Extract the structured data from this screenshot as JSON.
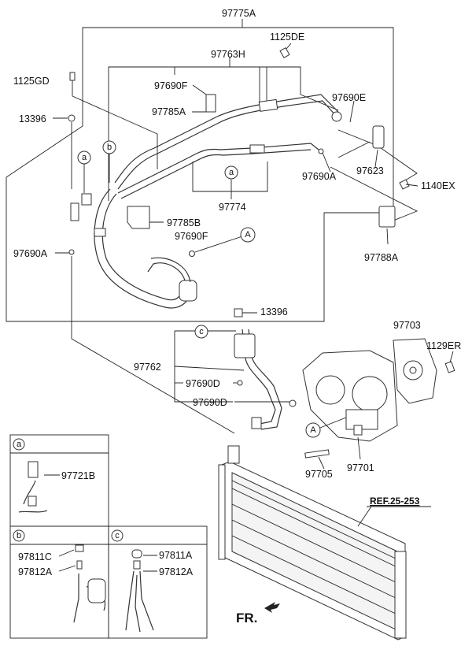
{
  "labels": {
    "l97775A": "97775A",
    "l1125DE": "1125DE",
    "l97763H": "97763H",
    "l1125GD": "1125GD",
    "l97690F_top": "97690F",
    "l97690E": "97690E",
    "l97785A": "97785A",
    "l13396_top": "13396",
    "l97623": "97623",
    "l97690A_right": "97690A",
    "l1140EX": "1140EX",
    "l97774": "97774",
    "l97785B": "97785B",
    "l97690F_mid": "97690F",
    "l97788A": "97788A",
    "l97690A_left": "97690A",
    "l13396_mid": "13396",
    "l97703": "97703",
    "l1129ER": "1129ER",
    "l97762": "97762",
    "l97690D_a": "97690D",
    "l97690D_b": "97690D",
    "l97705": "97705",
    "l97701": "97701",
    "ref": "REF.25-253",
    "fr": "FR.",
    "l97721B": "97721B",
    "l97811C": "97811C",
    "l97812A_b": "97812A",
    "l97811A": "97811A",
    "l97812A_c": "97812A"
  },
  "callouts": {
    "a": "a",
    "b": "b",
    "c": "c",
    "A": "A"
  },
  "legend": {
    "box_a": "a",
    "box_b": "b",
    "box_c": "c"
  }
}
